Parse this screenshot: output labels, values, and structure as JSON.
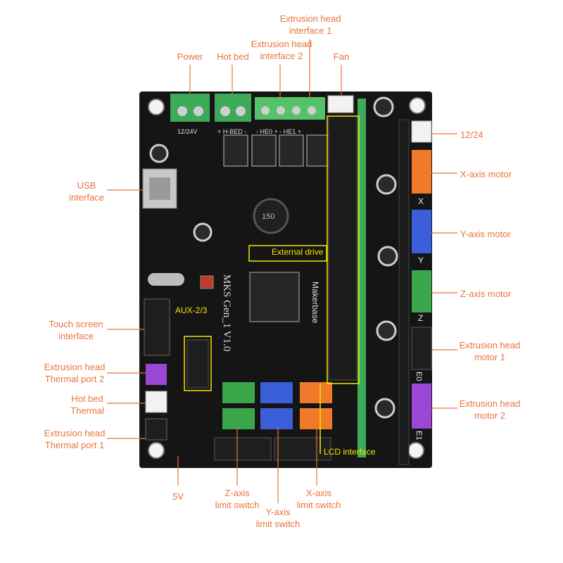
{
  "colors": {
    "label": "#e8743b",
    "leader": "#e8743b",
    "highlight": "#f2e600",
    "board": "#151515",
    "terminal_green": "#3daa5a",
    "header_orange": "#f07a2a",
    "header_blue": "#3a5fd8",
    "header_green": "#3aa84a",
    "header_purple": "#9a47d6",
    "header_white": "#f2f2f2"
  },
  "labels": {
    "power": [
      "Power"
    ],
    "hot_bed": [
      "Hot bed"
    ],
    "extrusion_head_interface_2": [
      "Extrusion head",
      "interface 2"
    ],
    "extrusion_head_interface_1": [
      "Extrusion head",
      "interface 1"
    ],
    "fan": [
      "Fan"
    ],
    "v12_24": [
      "12/24"
    ],
    "usb_interface": [
      "USB",
      "interface"
    ],
    "x_axis_motor": [
      "X-axis motor"
    ],
    "y_axis_motor": [
      "Y-axis motor"
    ],
    "z_axis_motor": [
      "Z-axis motor"
    ],
    "touch_screen_interface": [
      "Touch screen",
      "interface"
    ],
    "extrusion_head_motor_1": [
      "Extrusion head",
      "motor 1"
    ],
    "extrusion_head_thermal_port_2": [
      "Extrusion head",
      "Thermal port 2"
    ],
    "hot_bed_thermal": [
      "Hot bed",
      "Thermal"
    ],
    "extrusion_head_motor_2": [
      "Extrusion head",
      "motor 2"
    ],
    "extrusion_head_thermal_port_1": [
      "Extrusion head",
      "Thermal port 1"
    ],
    "v5": [
      "5V"
    ],
    "z_axis_limit_switch": [
      "Z-axis",
      "limit switch"
    ],
    "y_axis_limit_switch": [
      "Y-axis",
      "limit switch"
    ],
    "x_axis_limit_switch": [
      "X-axis",
      "limit switch"
    ]
  },
  "board_text": {
    "external_drive": "External drive",
    "aux_2_3": "AUX-2/3",
    "lcd_interface": "LCD interface",
    "model": "MKS Gen_1 V1.0",
    "brand": "Makerbase",
    "inductor": "150",
    "silk_power": "12/24V",
    "silk_hbed": "+ H-BED -",
    "silk_heaters": "- HE0 + - HE1 +",
    "axis_x": "X",
    "axis_y": "Y",
    "axis_z": "Z",
    "axis_e0": "E0",
    "axis_e1": "E1"
  }
}
